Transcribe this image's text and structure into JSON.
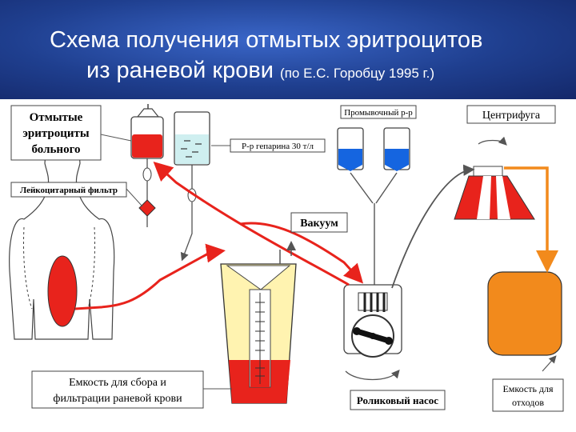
{
  "header": {
    "title_line1": "Схема получения отмытых эритроцитов",
    "title_line2": "из раневой крови",
    "title_source": "(по Е.С. Горобцу 1995 г.)"
  },
  "labels": {
    "washed_rbc": [
      "Отмытые",
      "эритроциты",
      "больного"
    ],
    "leuko_filter": "Лейкоцитарный фильтр",
    "heparin": "Р-р гепарина 30 т/л",
    "wash_solution": "Промывочный р-р",
    "centrifuge": "Центрифуга",
    "vacuum": "Вакуум",
    "collection": [
      "Емкость  для сбора и",
      "фильтрации раневой  крови"
    ],
    "roller_pump": "Роликовый  насос",
    "waste": [
      "Емкость для",
      "отходов"
    ]
  },
  "colors": {
    "header_bg": "#1f3f8f",
    "blood": "#e8231c",
    "wash": "#1565e0",
    "waste": "#f28a1c",
    "line": "#555555"
  }
}
